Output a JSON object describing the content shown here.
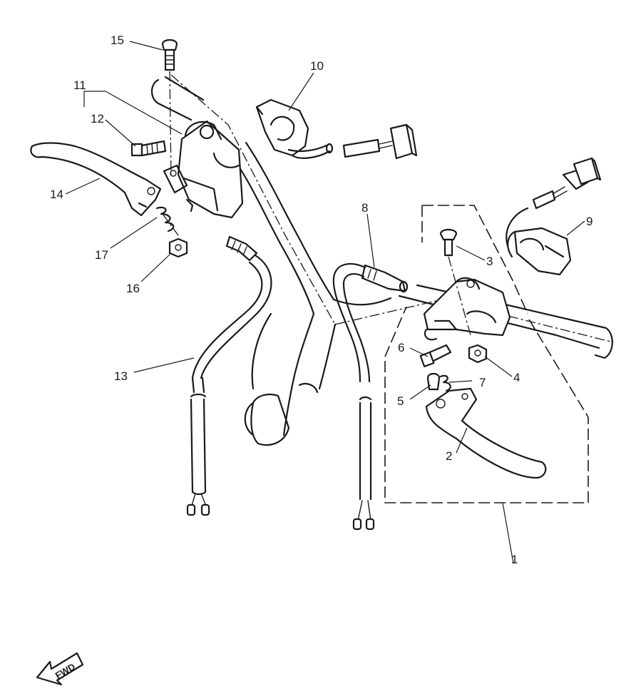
{
  "callouts": [
    {
      "id": "1",
      "label": "1"
    },
    {
      "id": "2",
      "label": "2"
    },
    {
      "id": "3",
      "label": "3"
    },
    {
      "id": "4",
      "label": "4"
    },
    {
      "id": "5",
      "label": "5"
    },
    {
      "id": "6",
      "label": "6"
    },
    {
      "id": "7",
      "label": "7"
    },
    {
      "id": "8",
      "label": "8"
    },
    {
      "id": "9",
      "label": "9"
    },
    {
      "id": "10",
      "label": "10"
    },
    {
      "id": "11",
      "label": "11"
    },
    {
      "id": "12",
      "label": "12"
    },
    {
      "id": "13",
      "label": "13"
    },
    {
      "id": "14",
      "label": "14"
    },
    {
      "id": "15",
      "label": "15"
    },
    {
      "id": "16",
      "label": "16"
    },
    {
      "id": "17",
      "label": "17"
    }
  ],
  "direction_indicator": {
    "label": "FWD",
    "icon": "forward-arrow-icon"
  }
}
